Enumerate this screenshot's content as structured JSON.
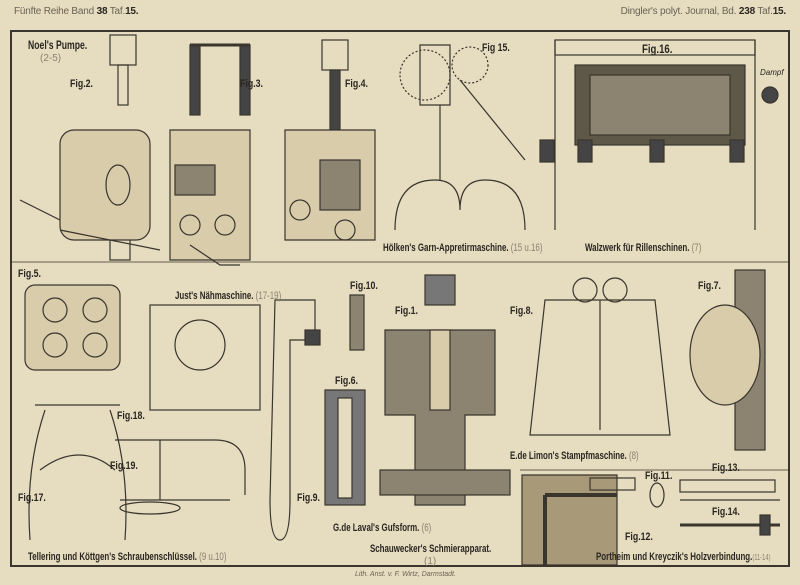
{
  "header": {
    "left_prefix": "Fünfte Reihe Band",
    "left_band": "38",
    "left_taf_label": "Taf.",
    "left_taf": "15.",
    "right_prefix": "Dingler's polyt. Journal, Bd.",
    "right_band": "238",
    "right_taf_label": "Taf.",
    "right_taf": "15."
  },
  "titles": {
    "noel": "Noel's Pumpe.",
    "noel_ref": "(2-5)",
    "hoelken": "Hölken's Garn-Appretirmaschine.",
    "hoelken_ref": "(15 u.16)",
    "walzwerk": "Walzwerk für Rillenschinen.",
    "walzwerk_ref": "(7)",
    "just": "Just's Nähmaschine.",
    "just_ref": "(17-19)",
    "limon": "E.de Limon's Stampfmaschine.",
    "limon_ref": "(8)",
    "laval": "G.de Laval's Gufsform.",
    "laval_ref": "(6)",
    "schauwecker": "Schauwecker's Schmierapparat.",
    "schauwecker_ref": "(1)",
    "tellering": "Tellering und Köttgen's Schraubenschlüssel.",
    "tellering_ref": "(9 u.10)",
    "portheim": "Portheim und Kreyczik's Holzverbindung.",
    "portheim_ref": "(11-14)"
  },
  "figures": {
    "f1": "Fig.1.",
    "f2": "Fig.2.",
    "f3": "Fig.3.",
    "f4": "Fig.4.",
    "f5": "Fig.5.",
    "f6": "Fig.6.",
    "f7": "Fig.7.",
    "f8": "Fig.8.",
    "f9": "Fig.9.",
    "f10": "Fig.10.",
    "f11": "Fig.11.",
    "f12": "Fig.12.",
    "f13": "Fig.13.",
    "f14": "Fig.14.",
    "f15": "Fig 15.",
    "f16": "Fig.16.",
    "f17": "Fig.17.",
    "f18": "Fig.18.",
    "f19": "Fig.19."
  },
  "annotations": {
    "dampf": "Dampf"
  },
  "footer": "Lith. Anst. v. F. Wirtz, Darmstadt."
}
